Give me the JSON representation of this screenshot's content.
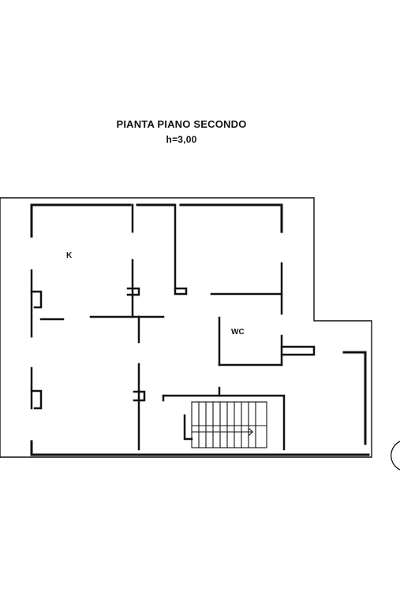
{
  "title": "PIANTA PIANO SECONDO",
  "subtitle": "h=3,00",
  "rooms": {
    "kitchen": "K",
    "bathroom": "WC"
  },
  "colors": {
    "wall": "#111111",
    "background": "#ffffff"
  }
}
